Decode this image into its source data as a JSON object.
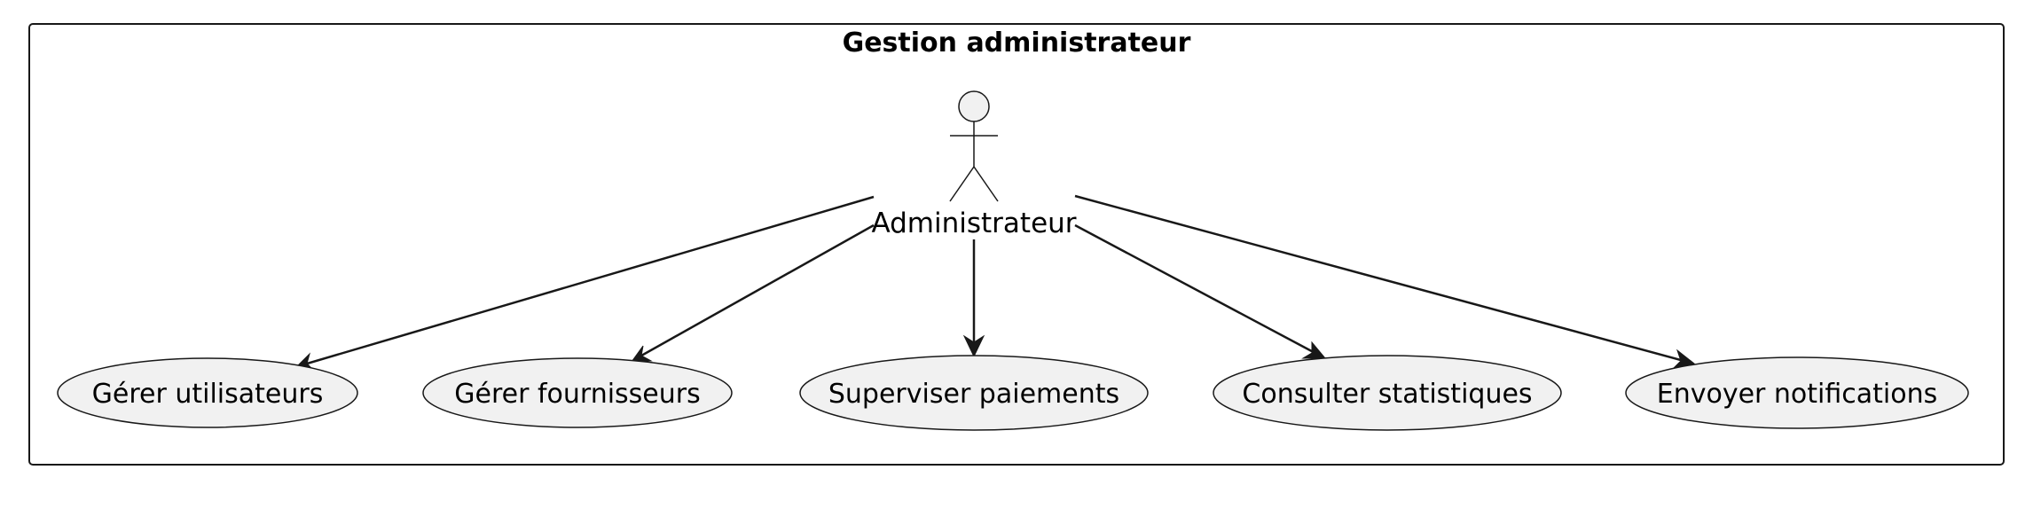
{
  "boundary": {
    "title": "Gestion administrateur"
  },
  "actor": {
    "name": "Administrateur",
    "icon": "stick-figure-actor-icon"
  },
  "use_cases": [
    {
      "label": "Gérer utilisateurs"
    },
    {
      "label": "Gérer fournisseurs"
    },
    {
      "label": "Superviser paiements"
    },
    {
      "label": "Consulter statistiques"
    },
    {
      "label": "Envoyer notifications"
    }
  ],
  "colors": {
    "line": "#181818",
    "ellipse_fill": "#f1f1f1",
    "background": "#ffffff"
  }
}
